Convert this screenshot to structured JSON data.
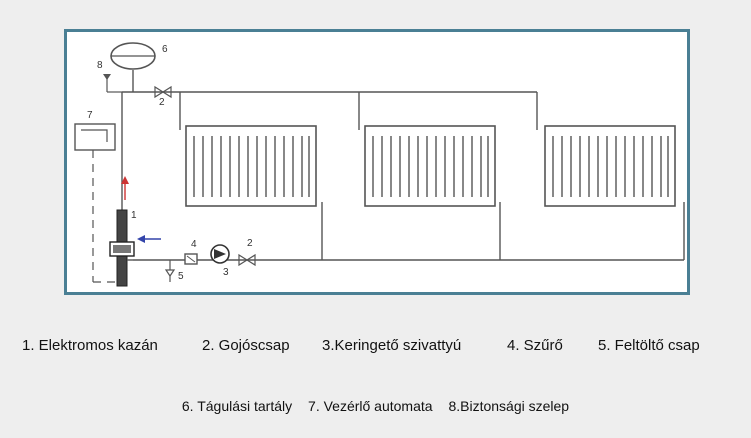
{
  "diagram": {
    "labels": {
      "boiler": "1",
      "valve": "2",
      "pump": "3",
      "filter": "4",
      "fill_tap": "5",
      "expansion_tank": "6",
      "controller": "7",
      "safety_valve": "8"
    },
    "colors": {
      "frame": "#4a7f94",
      "pipe": "#555555",
      "arrow_red": "#cc3333",
      "arrow_blue": "#3344aa"
    },
    "radiator_count": 3
  },
  "legend": {
    "row1": [
      "1. Elektromos kazán",
      "2. Gojóscsap",
      "3.Keringető szivattyú",
      "4. Szűrő",
      "5. Feltöltő csap"
    ],
    "row2": [
      "6. Tágulási tartály",
      "7. Vezérlő automata",
      "8.Biztonsági szelep"
    ]
  }
}
